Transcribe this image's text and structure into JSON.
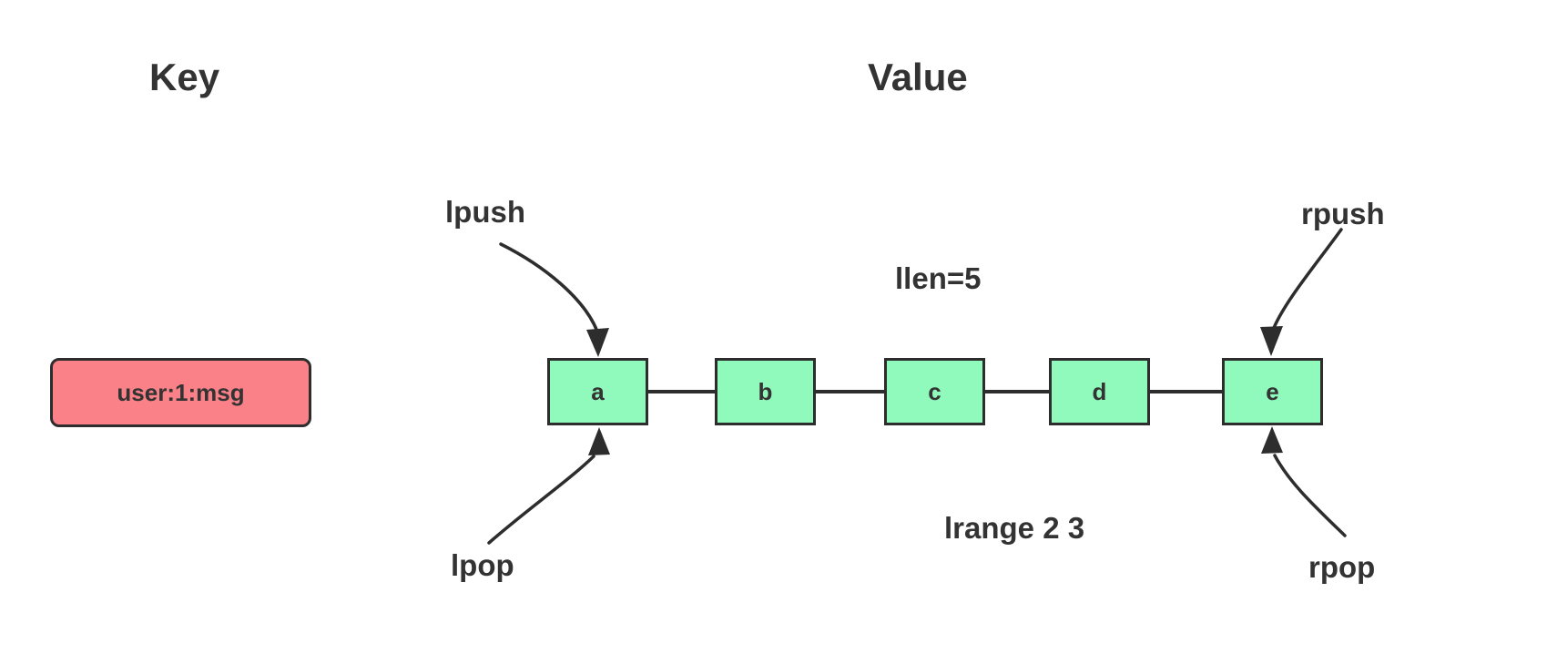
{
  "titles": {
    "key": "Key",
    "value": "Value"
  },
  "key_item": {
    "label": "user:1:msg"
  },
  "list": {
    "items": [
      "a",
      "b",
      "c",
      "d",
      "e"
    ],
    "length_label": "llen=5",
    "range_label": "lrange 2 3"
  },
  "operations": {
    "lpush": "lpush",
    "lpop": "lpop",
    "rpush": "rpush",
    "rpop": "rpop"
  },
  "colors": {
    "stroke": "#2d2d2d",
    "key_fill": "#fa8188",
    "list_fill": "#8ffabc",
    "text": "#333333"
  }
}
